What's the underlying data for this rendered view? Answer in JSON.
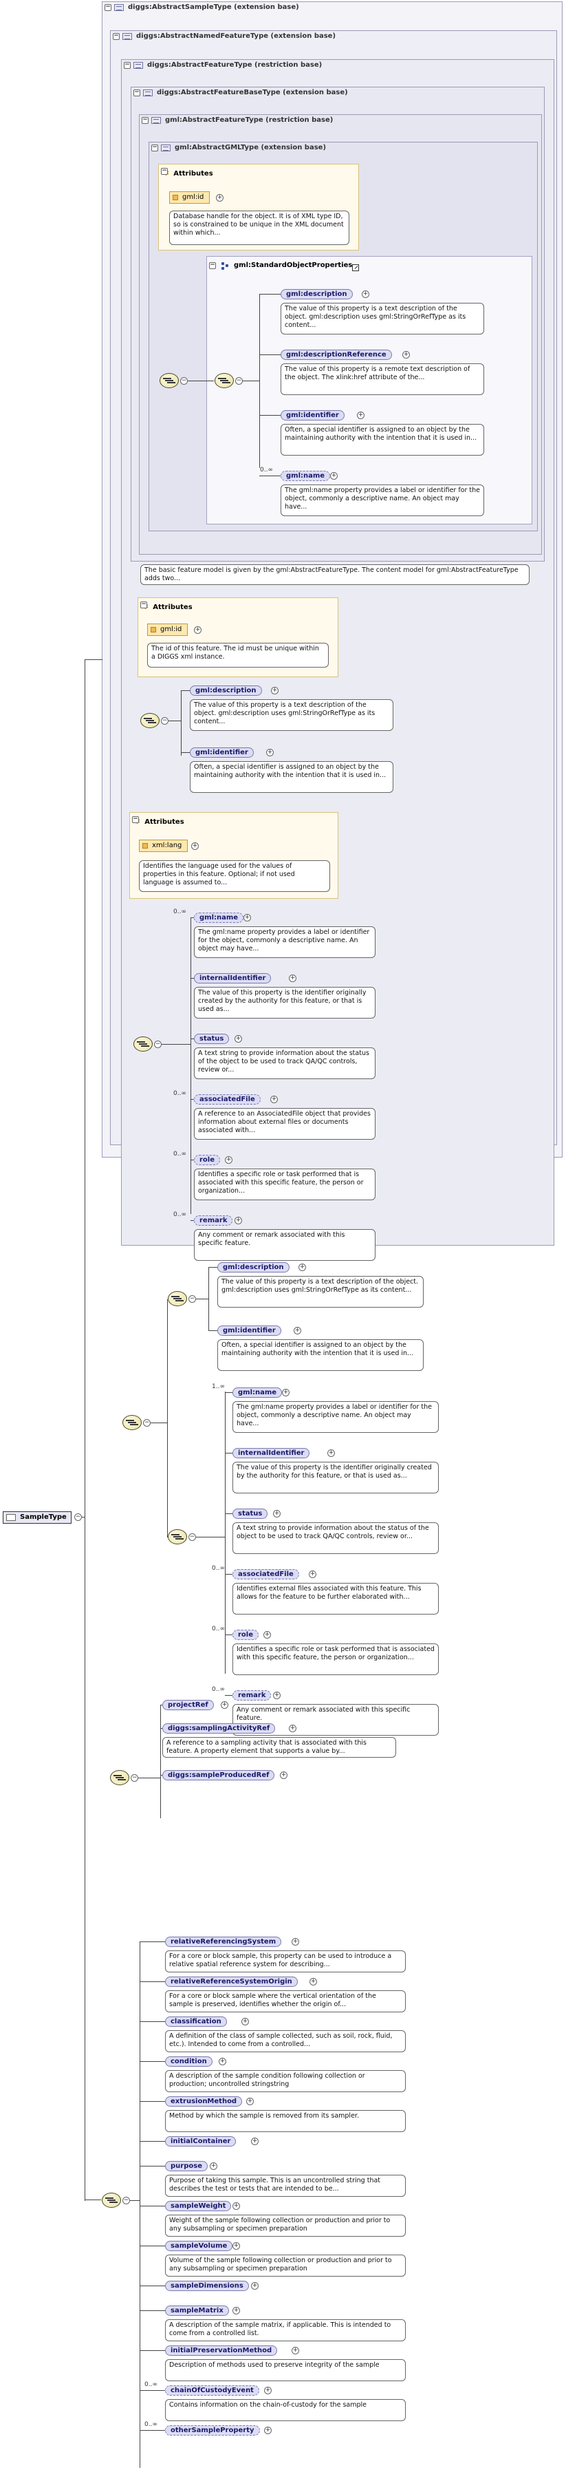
{
  "boxes": {
    "b0": "diggs:AbstractSampleType (extension base)",
    "b1": "diggs:AbstractNamedFeatureType (extension base)",
    "b2": "diggs:AbstractFeatureType (restriction base)",
    "b3": "diggs:AbstractFeatureBaseType (extension base)",
    "b4": "gml:AbstractFeatureType (restriction base)",
    "b5": "gml:AbstractGMLType (extension base)"
  },
  "attributes_label": "Attributes",
  "gml_attrs": {
    "name": "gml:id",
    "doc": "Database handle for the object. It is of XML type ID, so is constrained to be unique in the XML document within which..."
  },
  "std_group": {
    "title": "gml:StandardObjectProperties",
    "items": [
      {
        "name": "gml:description",
        "mult": "",
        "doc": "The value of this property is a text description of the object. gml:description uses gml:StringOrRefType as its content..."
      },
      {
        "name": "gml:descriptionReference",
        "mult": "",
        "doc": "The value of this property is a remote text description of the object. The xlink:href attribute of the..."
      },
      {
        "name": "gml:identifier",
        "mult": "",
        "doc": "Often, a special identifier is assigned to an object by the maintaining authority with the intention that it is used in..."
      },
      {
        "name": "gml:name",
        "mult": "0..∞",
        "doc": "The gml:name property provides a label or identifier for the object, commonly a descriptive name. An object may have..."
      }
    ]
  },
  "b4_doc": "The basic feature model is given by the gml:AbstractFeatureType. The content model for gml:AbstractFeatureType adds two...",
  "base_attrs": {
    "name": "gml:id",
    "doc": "The id of this feature. The id must be unique within a DIGGS xml instance."
  },
  "base_seq": [
    {
      "name": "gml:description",
      "doc": "The value of this property is a text description of the object. gml:description uses gml:StringOrRefType as its content..."
    },
    {
      "name": "gml:identifier",
      "doc": "Often, a special identifier is assigned to an object by the maintaining authority with the intention that it is used in..."
    }
  ],
  "feat_attrs": {
    "name": "xml:lang",
    "doc": "Identifies the language used for the values of properties in this feature. Optional; if not used language is assumed to..."
  },
  "feat_seq": [
    {
      "name": "gml:name",
      "mult": "0..∞",
      "doc": "The gml:name property provides a label or identifier for the object, commonly a descriptive name. An object may have..."
    },
    {
      "name": "internalIdentifier",
      "mult": "",
      "doc": "The value of this property is the identifier originally created by the authority for this feature, or that is used as..."
    },
    {
      "name": "status",
      "mult": "",
      "doc": "A text string to provide information about the status of the object to be used to track QA/QC controls, review or..."
    },
    {
      "name": "associatedFile",
      "mult": "0..∞",
      "doc": "A reference to an AssociatedFile object that provides information about external files or documents associated with..."
    },
    {
      "name": "role",
      "mult": "0..∞",
      "doc": "Identifies a specific role or task performed that is associated with this specific feature, the person or organization..."
    },
    {
      "name": "remark",
      "mult": "0..∞",
      "doc": "Any comment or remark associated with this specific feature."
    }
  ],
  "named_seq_a": [
    {
      "name": "gml:description",
      "doc": "The value of this property is a text description of the object. gml:description uses gml:StringOrRefType as its content..."
    },
    {
      "name": "gml:identifier",
      "doc": "Often, a special identifier is assigned to an object by the maintaining authority with the intention that it is used in..."
    }
  ],
  "named_seq_b": [
    {
      "name": "gml:name",
      "mult": "1..∞",
      "doc": "The gml:name property provides a label or identifier for the object, commonly a descriptive name. An object may have..."
    },
    {
      "name": "internalIdentifier",
      "mult": "",
      "doc": "The value of this property is the identifier originally created by the authority for this feature, or that is used as..."
    },
    {
      "name": "status",
      "mult": "",
      "doc": "A text string to provide information about the status of the object to be used to track QA/QC controls, review or..."
    },
    {
      "name": "associatedFile",
      "mult": "0..∞",
      "doc": "Identifies external files associated with this feature. This allows for the feature to be further elaborated with..."
    },
    {
      "name": "role",
      "mult": "0..∞",
      "doc": "Identifies a specific role or task performed that is associated with this specific feature, the person or organization..."
    },
    {
      "name": "remark",
      "mult": "0..∞",
      "doc": "Any comment or remark associated with this specific feature."
    }
  ],
  "sample_seq": [
    {
      "name": "projectRef",
      "doc": ""
    },
    {
      "name": "diggs:samplingActivityRef",
      "doc": "A reference to a sampling activity that is associated with this feature. A property element that supports a value by..."
    },
    {
      "name": "diggs:sampleProducedRef",
      "doc": ""
    }
  ],
  "root": {
    "name": "SampleType"
  },
  "ext_seq": [
    {
      "name": "relativeReferencingSystem",
      "mult": "",
      "doc": "For a core or block sample, this property can be used to introduce a relative spatial reference system for describing..."
    },
    {
      "name": "relativeReferenceSystemOrigin",
      "mult": "",
      "doc": "For a core or block sample where the vertical orientation of the sample is preserved, identifies whether the origin of..."
    },
    {
      "name": "classification",
      "mult": "",
      "doc": "A definition of the class of sample collected, such as soil, rock, fluid, etc.). Intended to come from a controlled..."
    },
    {
      "name": "condition",
      "mult": "",
      "doc": "A description of the sample condition following collection or production; uncontrolled stringstring"
    },
    {
      "name": "extrusionMethod",
      "mult": "",
      "doc": "Method by which the sample is removed from its sampler."
    },
    {
      "name": "initialContainer",
      "mult": "",
      "doc": ""
    },
    {
      "name": "purpose",
      "mult": "",
      "doc": "Purpose of taking this sample. This is an uncontrolled string that describes the test or tests that are intended to be..."
    },
    {
      "name": "sampleWeight",
      "mult": "",
      "doc": "Weight of the sample following collection or production and prior to any subsampling or specimen preparation"
    },
    {
      "name": "sampleVolume",
      "mult": "",
      "doc": "Volume of the sample following collection or production and prior to any subsampling or specimen preparation"
    },
    {
      "name": "sampleDimensions",
      "mult": "",
      "doc": ""
    },
    {
      "name": "sampleMatrix",
      "mult": "",
      "doc": "A description of the sample matrix, if applicable. This is intended to come from a controlled list."
    },
    {
      "name": "initialPreservationMethod",
      "mult": "",
      "doc": "Description of methods used to preserve integrity of the sample"
    },
    {
      "name": "chainOfCustodyEvent",
      "mult": "0..∞",
      "doc": "Contains information on the chain-of-custody for the sample"
    },
    {
      "name": "otherSampleProperty",
      "mult": "0..∞",
      "doc": ""
    }
  ]
}
